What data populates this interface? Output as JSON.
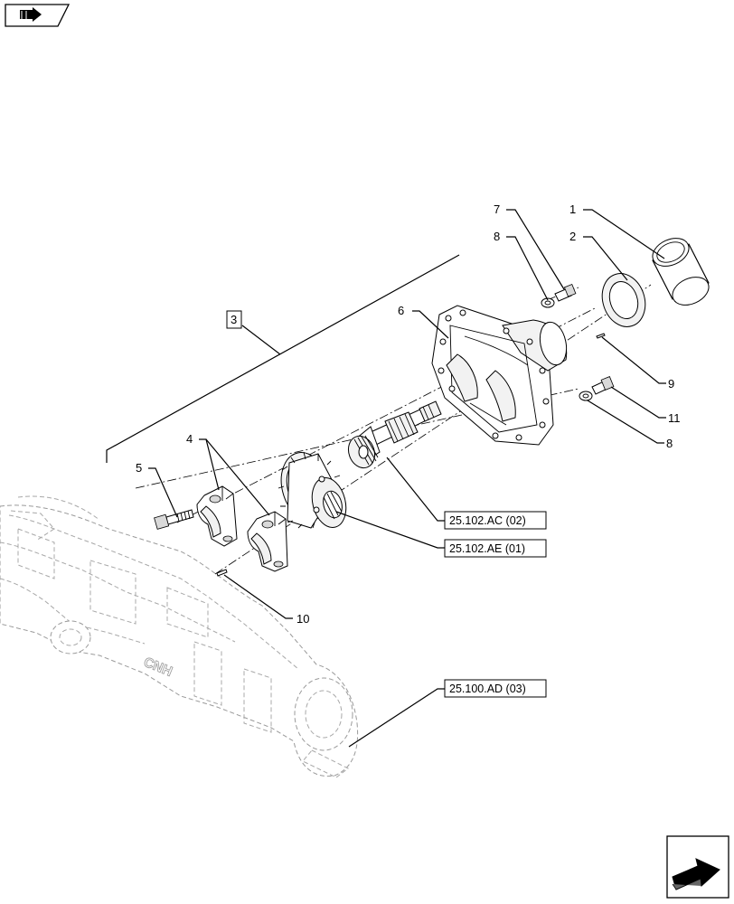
{
  "callouts": {
    "c1": "1",
    "c2": "2",
    "c3": "3",
    "c4": "4",
    "c5": "5",
    "c6": "6",
    "c7": "7",
    "c8a": "8",
    "c8b": "8",
    "c9": "9",
    "c10": "10",
    "c11": "11"
  },
  "references": {
    "ref_ac": "25.102.AC (02)",
    "ref_ae": "25.102.AE (01)",
    "ref_ad": "25.100.AD (03)"
  },
  "axle_marking": "CNH",
  "icons": {
    "top_left": "book-arrow-icon",
    "bottom_right": "next-page-arrow-icon"
  }
}
